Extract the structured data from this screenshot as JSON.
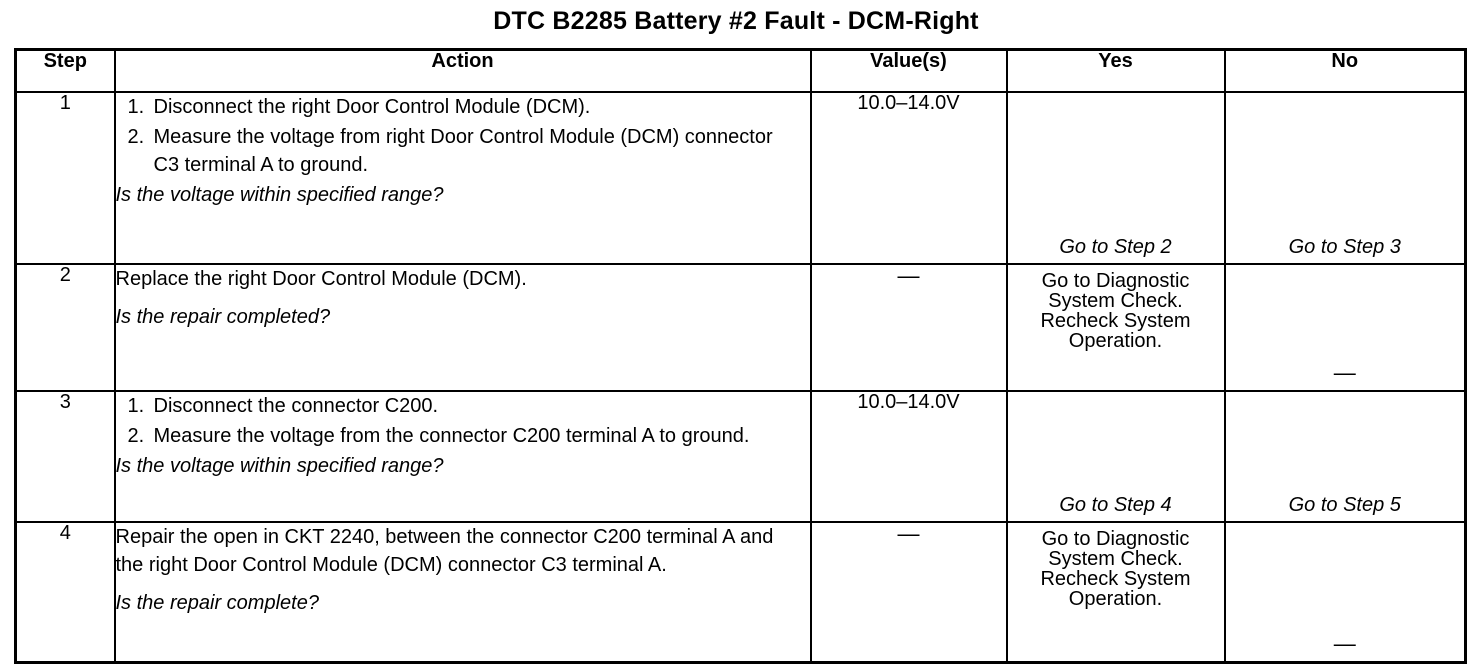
{
  "document": {
    "title": "DTC B2285 Battery #2 Fault - DCM-Right"
  },
  "table": {
    "headers": {
      "step": "Step",
      "action": "Action",
      "values": "Value(s)",
      "yes": "Yes",
      "no": "No"
    },
    "rows": [
      {
        "step": "1",
        "action": {
          "numbered": [
            {
              "num": "1.",
              "text": "Disconnect the right Door Control Module (DCM)."
            },
            {
              "num": "2.",
              "text": "Measure the voltage from right Door Control Module (DCM) connector C3 terminal A to ground."
            }
          ],
          "question": "Is the voltage within specified range?"
        },
        "value": "10.0–14.0V",
        "yes": "Go to Step 2",
        "no": "Go to Step 3"
      },
      {
        "step": "2",
        "action": {
          "statement": "Replace the right Door Control Module (DCM).",
          "question": "Is the repair completed?"
        },
        "value": "—",
        "yes": "Go to Diagnostic\nSystem Check.\nRecheck System\nOperation.",
        "no": "—"
      },
      {
        "step": "3",
        "action": {
          "numbered": [
            {
              "num": "1.",
              "text": "Disconnect the connector C200."
            },
            {
              "num": "2.",
              "text": "Measure the voltage from the connector C200 terminal A to ground."
            }
          ],
          "question": "Is the voltage within specified range?"
        },
        "value": "10.0–14.0V",
        "yes": "Go to Step 4",
        "no": "Go to Step 5"
      },
      {
        "step": "4",
        "action": {
          "statement": "Repair the open in CKT 2240, between the connector C200 terminal A and the right Door Control Module (DCM) connector C3 terminal A.",
          "question": "Is the repair complete?"
        },
        "value": "—",
        "yes": "Go to Diagnostic\nSystem Check.\nRecheck System\nOperation.",
        "no": "—"
      }
    ]
  }
}
